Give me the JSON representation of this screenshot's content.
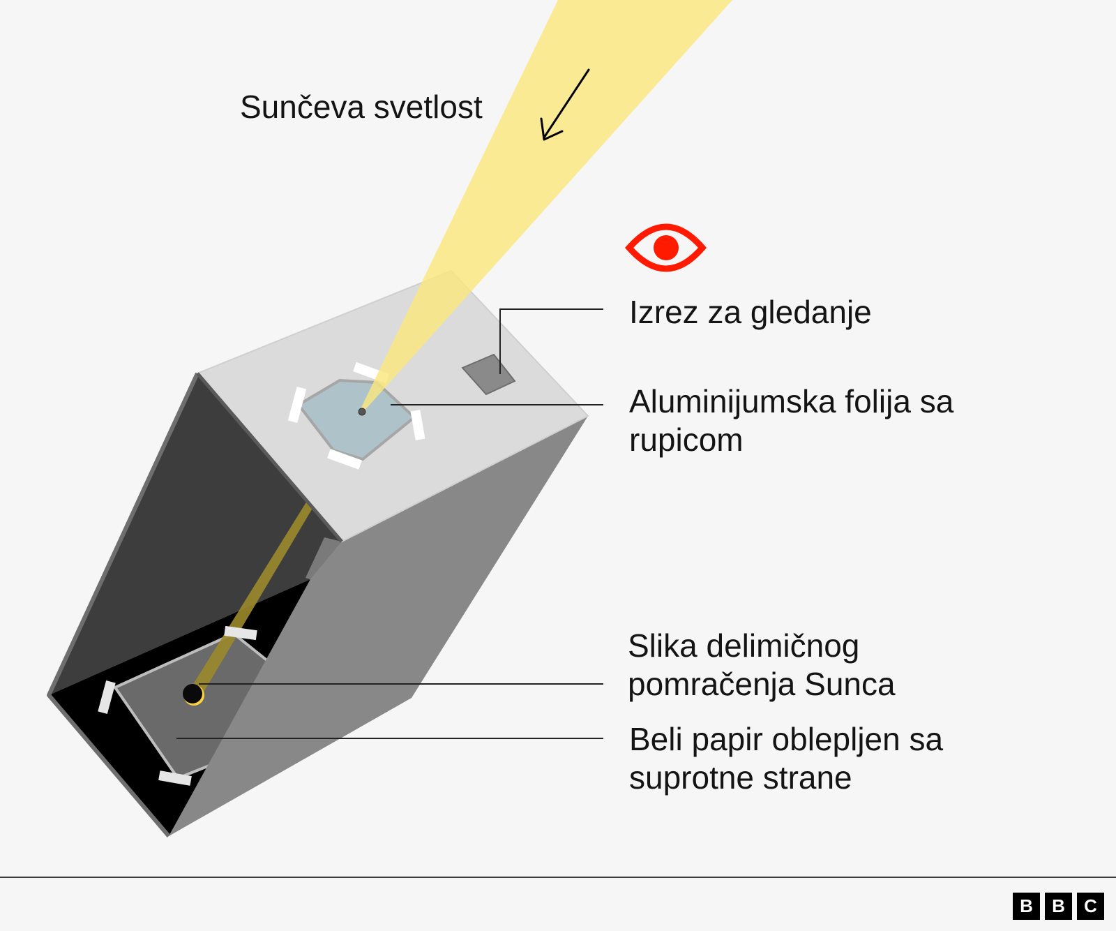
{
  "labels": {
    "sunlight": "Sunčeva svetlost",
    "viewing_cutout": "Izrez za gledanje",
    "foil_line1": "Aluminijumska folija sa",
    "foil_line2": "rupicom",
    "eclipse_line1": "Slika delimičnog",
    "eclipse_line2": "pomračenja Sunca",
    "paper_line1": "Beli papir oblepljen sa",
    "paper_line2": "suprotne strane"
  },
  "logo": {
    "letters": [
      "B",
      "B",
      "C"
    ]
  },
  "icons": {
    "eye": "eye-icon",
    "arrow": "arrow-down-left-icon"
  },
  "colors": {
    "background": "#f6f6f6",
    "sun_beam": "#fbe67e",
    "box_top": "#dcdbdc",
    "box_side": "#888888",
    "box_interior": "#3d3d3d",
    "foil": "#aec2ca",
    "eye": "#ff1a00"
  }
}
